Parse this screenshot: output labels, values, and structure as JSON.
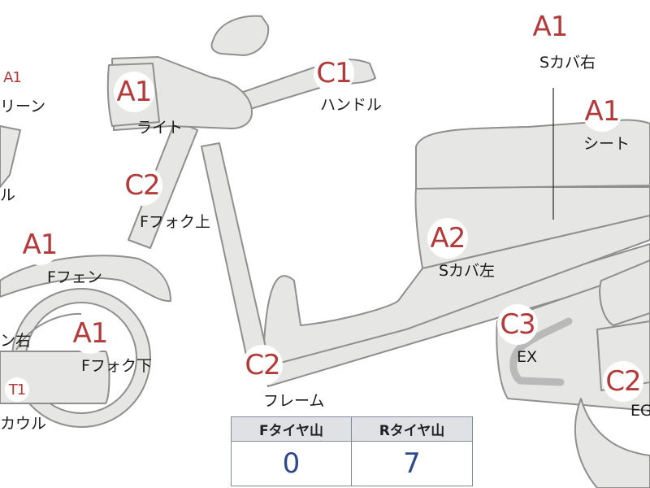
{
  "parts": [
    {
      "id": "screen",
      "grade": "A1",
      "label": "リーン",
      "small": true
    },
    {
      "id": "light",
      "grade": "A1",
      "label": "ライト"
    },
    {
      "id": "handle",
      "grade": "C1",
      "label": "ハンドル"
    },
    {
      "id": "s-cover-right",
      "grade": "A1",
      "label": "Sカバ右"
    },
    {
      "id": "seat",
      "grade": "A1",
      "label": "シート"
    },
    {
      "id": "left-edge",
      "grade": "",
      "label": "ル"
    },
    {
      "id": "f-fork-upper",
      "grade": "C2",
      "label": "Fフォク上"
    },
    {
      "id": "f-fender",
      "grade": "A1",
      "label": "Fフェン"
    },
    {
      "id": "s-cover-left",
      "grade": "A2",
      "label": "Sカバ左"
    },
    {
      "id": "cowl-right",
      "grade": "",
      "label": "ン右"
    },
    {
      "id": "f-fork-lower",
      "grade": "A1",
      "label": "Fフォク下"
    },
    {
      "id": "ex",
      "grade": "C3",
      "label": "EX"
    },
    {
      "id": "frame",
      "grade": "C2",
      "label": "フレーム"
    },
    {
      "id": "eg",
      "grade": "C2",
      "label": "EG"
    },
    {
      "id": "cowl",
      "grade": "T1",
      "label": "カウル",
      "small": true
    }
  ],
  "tire_table": {
    "front_label": "Fタイヤ山",
    "rear_label": "Rタイヤ山",
    "front_value": "0",
    "rear_value": "7"
  },
  "colors": {
    "part_fill": "#e6e6e5",
    "part_stroke": "#8f8f8f",
    "grade_text": "#b23a3a",
    "value_text": "#2f4a8a",
    "exhaust": "#b9b9b9"
  }
}
